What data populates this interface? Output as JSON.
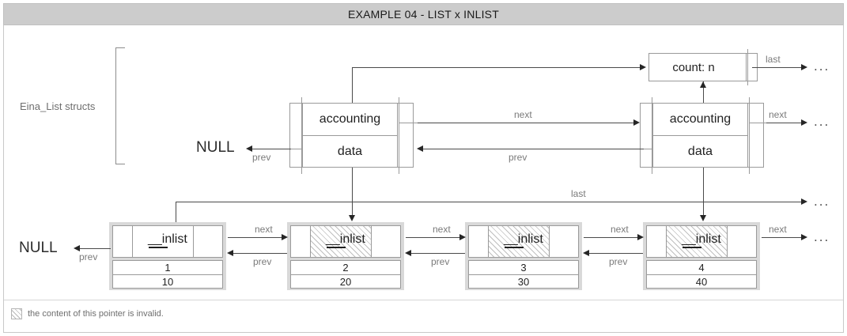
{
  "title": "EXAMPLE 04 - LIST x INLIST",
  "bracket_label": "Eina_List structs",
  "count_box": {
    "label": "count: n"
  },
  "list_structs": [
    {
      "id": "list-struct-1",
      "accounting": "accounting",
      "data": "data"
    },
    {
      "id": "list-struct-2",
      "accounting": "accounting",
      "data": "data"
    }
  ],
  "nodes": [
    {
      "id": "inlist-node-1",
      "label": "__inlist",
      "value_a": "1",
      "value_b": "10",
      "invalid": false
    },
    {
      "id": "inlist-node-2",
      "label": "__inlist",
      "value_a": "2",
      "value_b": "20",
      "invalid": true
    },
    {
      "id": "inlist-node-3",
      "label": "__inlist",
      "value_a": "3",
      "value_b": "30",
      "invalid": true
    },
    {
      "id": "inlist-node-4",
      "label": "__inlist",
      "value_a": "4",
      "value_b": "40",
      "invalid": true
    }
  ],
  "null_labels": {
    "top": "NULL",
    "bottom": "NULL"
  },
  "edge_labels": {
    "last_top": "last",
    "next_top": "next",
    "next_right_top": "next",
    "prev_left": "prev",
    "prev_mid": "prev",
    "last_mid": "last",
    "next_1": "next",
    "next_2": "next",
    "next_3": "next",
    "next_4": "next",
    "prev_0": "prev",
    "prev_1": "prev",
    "prev_2": "prev",
    "prev_3": "prev"
  },
  "ellipses": {
    "glyph": "..."
  },
  "legend": {
    "text": "the content of this pointer is invalid."
  },
  "colors": {
    "title_bar": "#cccccc",
    "node_border": "#d9d9d9",
    "line": "#4a4a4a",
    "label": "#7a7a7a",
    "box_border": "#9a9a9a"
  }
}
